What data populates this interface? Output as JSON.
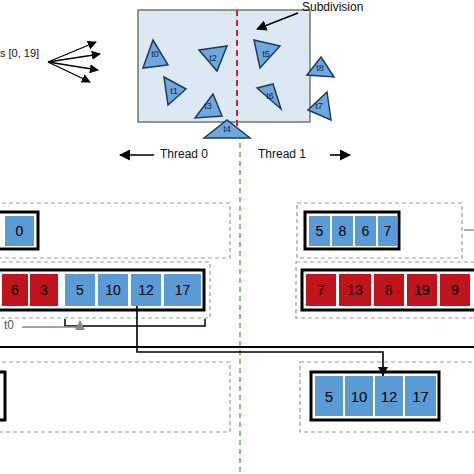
{
  "diagram": {
    "nodes": [
      {
        "text": [
          "t0"
        ]
      },
      {
        "text": [
          "t2"
        ]
      },
      {
        "text": [
          "t5"
        ]
      },
      {
        "text": [
          "t8"
        ]
      },
      {
        "text": [
          "t1"
        ]
      },
      {
        "text": [
          "t3"
        ]
      },
      {
        "text": [
          "t6"
        ]
      },
      {
        "text": [
          "t7"
        ]
      },
      {
        "text": [
          "t4"
        ]
      },
      {
        "text": [
          "0"
        ]
      },
      {
        "text": [
          "5"
        ]
      },
      {
        "text": [
          "8"
        ]
      },
      {
        "text": [
          "6"
        ]
      },
      {
        "text": [
          "7"
        ]
      },
      {
        "text": [
          "6"
        ]
      },
      {
        "text": [
          "3"
        ]
      },
      {
        "text": [
          "5"
        ]
      },
      {
        "text": [
          "10"
        ]
      },
      {
        "text": [
          "12"
        ]
      },
      {
        "text": [
          "17"
        ]
      },
      {
        "text": [
          "7"
        ]
      },
      {
        "text": [
          "13"
        ]
      },
      {
        "text": [
          "8"
        ]
      },
      {
        "text": [
          "19"
        ]
      },
      {
        "text": [
          "9"
        ]
      },
      {
        "text": [
          "5"
        ]
      },
      {
        "text": [
          "10"
        ]
      },
      {
        "text": [
          "12"
        ]
      },
      {
        "text": [
          "17"
        ]
      }
    ],
    "edges": [
      {
        "from": 18,
        "to": 27,
        "arrow": "to"
      }
    ],
    "labels": [
      "Subdivision",
      "s [0, 19]",
      "Thread 0",
      "Thread 1",
      "t0"
    ]
  }
}
